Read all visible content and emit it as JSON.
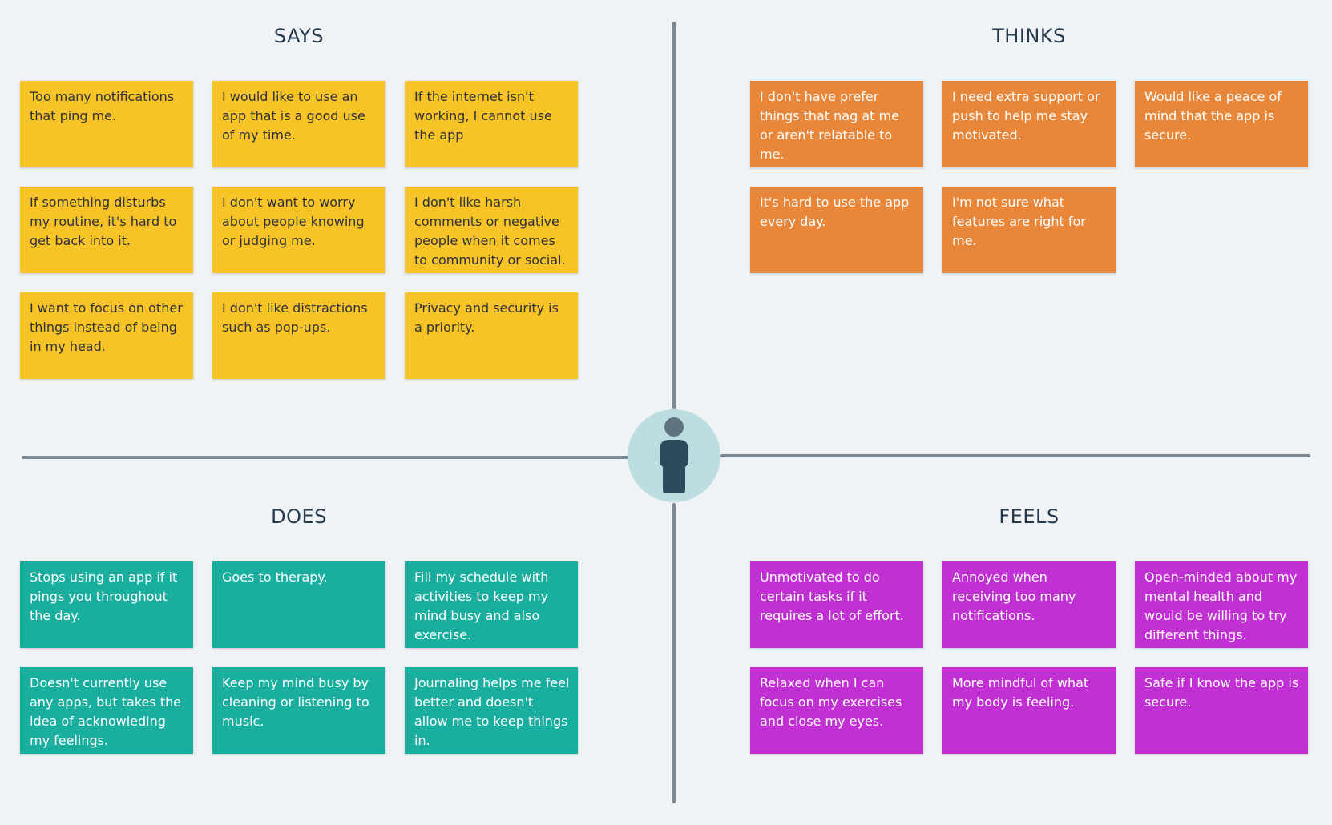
{
  "quadrants": {
    "says": {
      "title": "SAYS",
      "color": "#f8c327",
      "notes": [
        "Too many notifications that ping me.",
        "I would like to use an app that is a good use of my time.",
        "If the internet isn't working, I cannot use the app",
        "If something disturbs my routine, it's hard to get back into it.",
        "I don't want to worry about people knowing or judging me.",
        "I don't like harsh comments or negative people when it comes to community or social.",
        "I want to focus on other things instead of being in my head.",
        "I don't like distractions such as pop-ups.",
        "Privacy and security is a priority."
      ]
    },
    "thinks": {
      "title": "THINKS",
      "color": "#e8863a",
      "notes": [
        "I don't have prefer things that nag at me or aren't relatable to me.",
        "I need extra support or push to help me stay motivated.",
        "Would like a peace of mind that the app is secure.",
        "It's hard to use the app every day.",
        "I'm not sure what features are right for me."
      ]
    },
    "does": {
      "title": "DOES",
      "color": "#19ae9e",
      "notes": [
        "Stops using an app if it pings you throughout the day.",
        "Goes to therapy.",
        "Fill my schedule with activities to keep my mind busy and also exercise.",
        "Doesn't currently use any apps, but takes the idea of acknowleding my feelings.",
        "Keep my mind busy by cleaning or listening to music.",
        "Journaling helps me feel better and doesn't allow me to keep things in."
      ]
    },
    "feels": {
      "title": "FEELS",
      "color": "#c130d2",
      "notes": [
        "Unmotivated to do certain tasks if it requires a lot of effort.",
        "Annoyed when receiving too many notifications.",
        "Open-minded about my mental health and would be willing to try different things.",
        "Relaxed when I can focus on my exercises and close my eyes.",
        "More mindful of what my body is feeling.",
        "Safe if I know the app is secure."
      ]
    }
  },
  "persona_icon": "person-icon"
}
